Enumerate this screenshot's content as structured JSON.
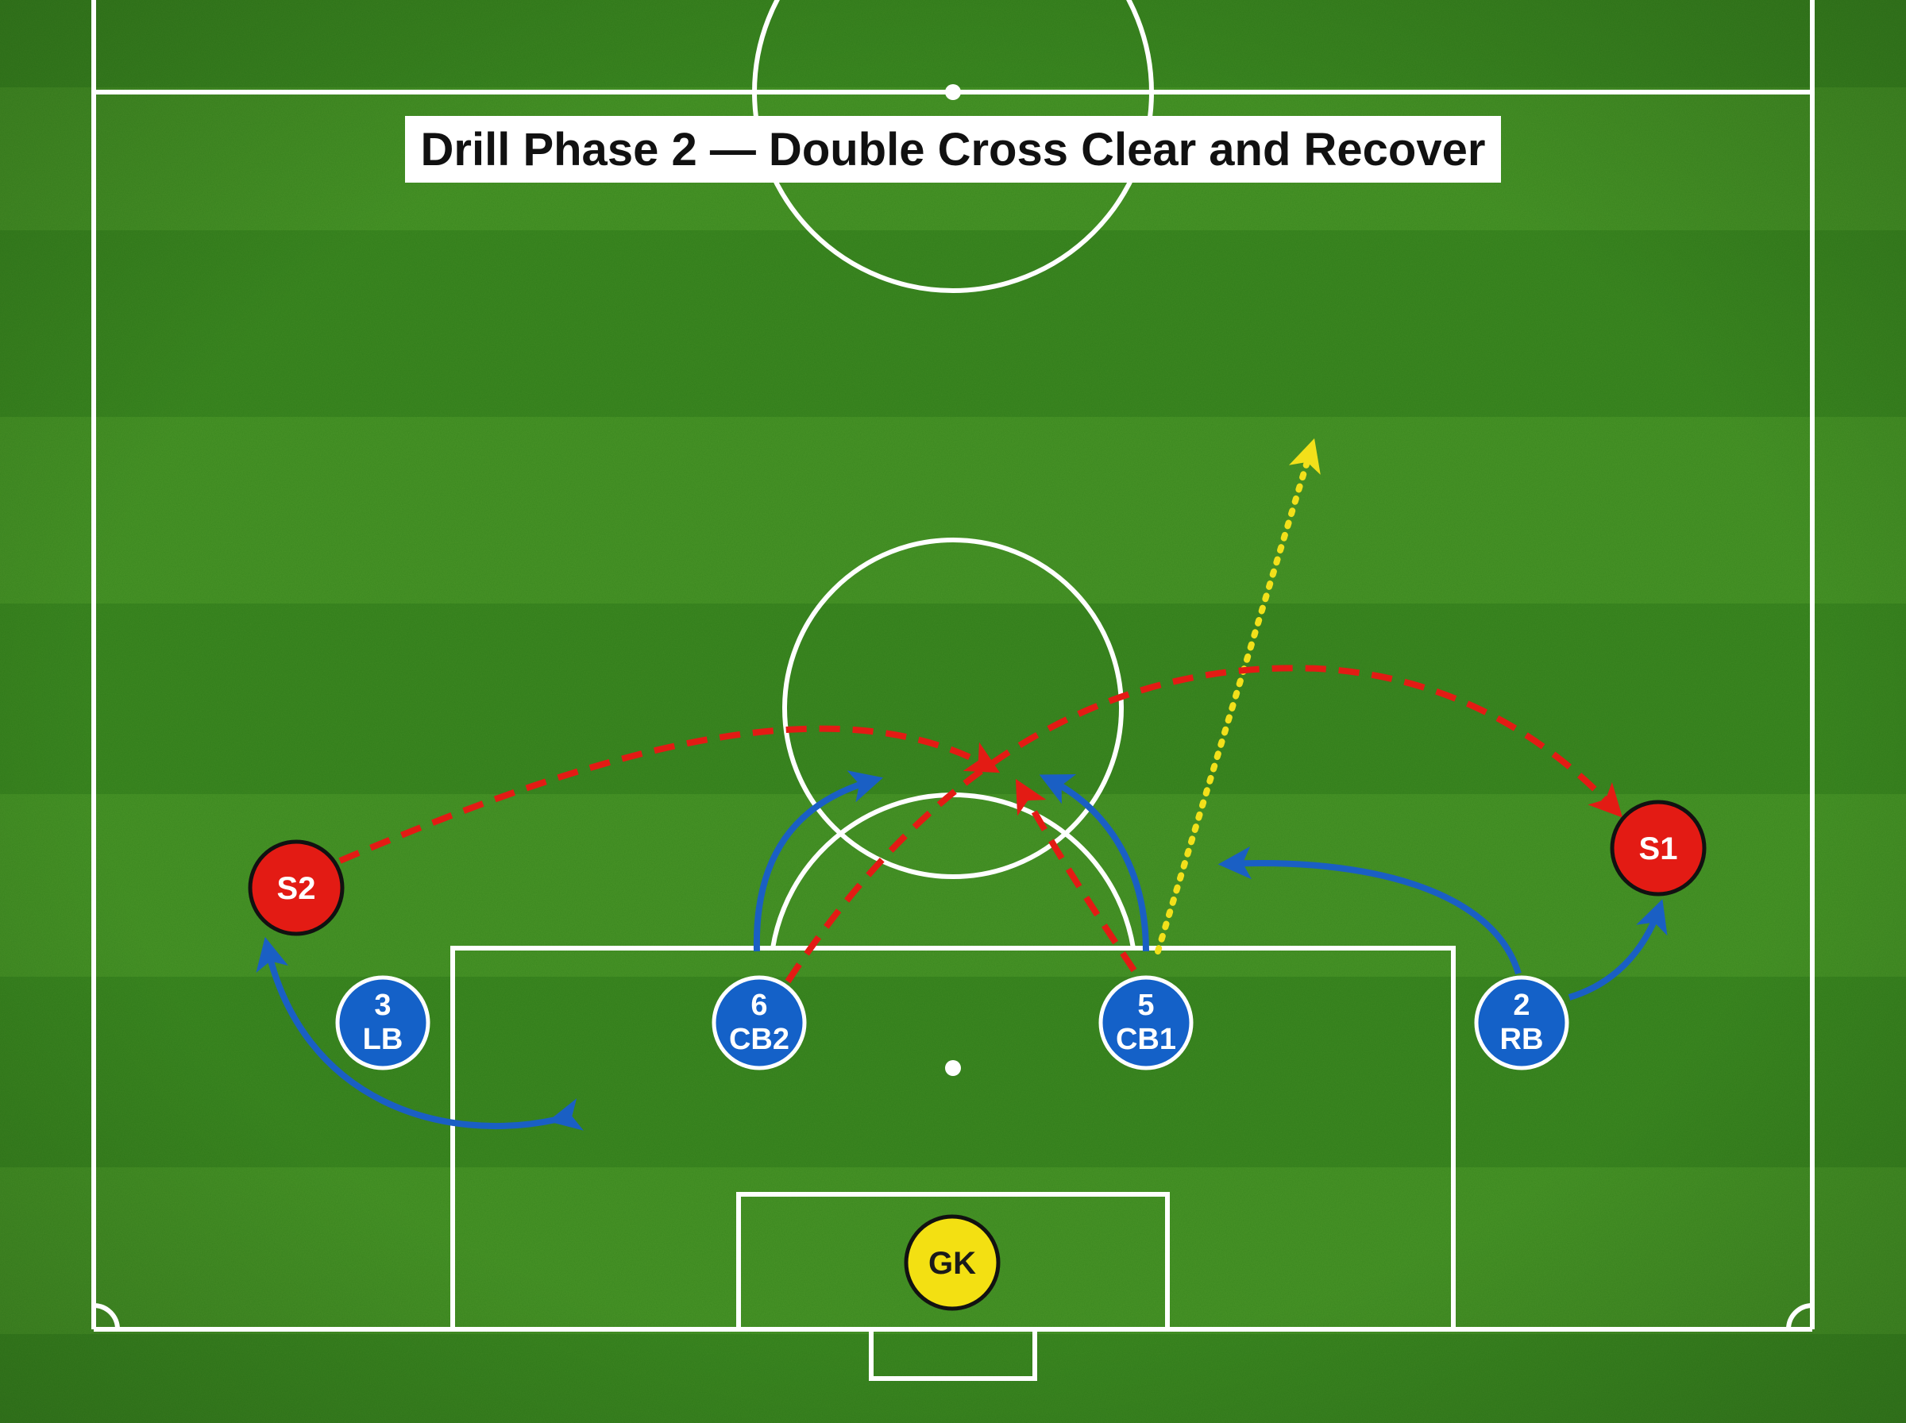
{
  "title": "Drill Phase 2 — Double Cross Clear and Recover",
  "colors": {
    "grass_light": "#4f9a2a",
    "grass_dark": "#3c8320",
    "lines": "#ffffff",
    "defender": "#1461c8",
    "attacker": "#e31b14",
    "goalkeeper": "#f3e012",
    "defender_run": "#1a5fc4",
    "cross": "#e31b14",
    "clearance": "#f2e01a"
  },
  "players": {
    "lb": {
      "number": "3",
      "position": "LB",
      "team": "defender"
    },
    "cb2": {
      "number": "6",
      "position": "CB2",
      "team": "defender"
    },
    "cb1": {
      "number": "5",
      "position": "CB1",
      "team": "defender"
    },
    "rb": {
      "number": "2",
      "position": "RB",
      "team": "defender"
    },
    "s1": {
      "label": "S1",
      "team": "attacker"
    },
    "s2": {
      "label": "S2",
      "team": "attacker"
    },
    "gk": {
      "label": "GK",
      "team": "goalkeeper"
    }
  },
  "arrows": {
    "defender_runs": "solid blue curved arrows",
    "crosses": "dashed red arrows",
    "clearance": "dotted yellow arrow"
  }
}
